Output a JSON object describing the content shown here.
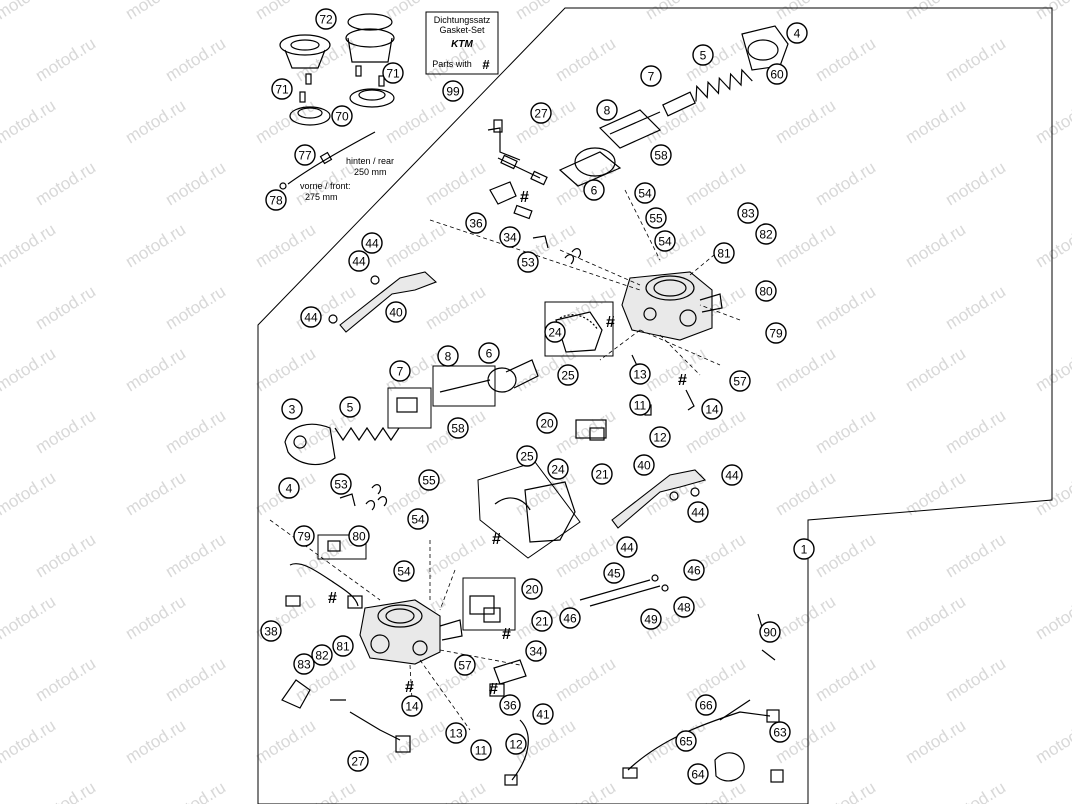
{
  "watermark": "motod.ru",
  "gasket_box": {
    "line1": "Dichtungssatz",
    "line2": "Gasket-Set",
    "logo": "KTM",
    "line3": "Parts with",
    "symbol": "#",
    "callout": "99"
  },
  "hose_notes": {
    "rear_label": "hinten / rear",
    "rear_length": "250 mm",
    "front_label": "vorne / front:",
    "front_length": "275 mm"
  },
  "gasket_symbol": "#",
  "callouts": [
    "72",
    "71",
    "71",
    "70",
    "77",
    "78",
    "99",
    "27",
    "8",
    "7",
    "5",
    "4",
    "60",
    "6",
    "58",
    "36",
    "34",
    "53",
    "54",
    "55",
    "54",
    "83",
    "82",
    "81",
    "44",
    "44",
    "44",
    "40",
    "80",
    "79",
    "24",
    "25",
    "7",
    "8",
    "6",
    "13",
    "57",
    "11",
    "12",
    "14",
    "3",
    "5",
    "58",
    "4",
    "20",
    "21",
    "53",
    "55",
    "25",
    "24",
    "40",
    "44",
    "44",
    "44",
    "54",
    "79",
    "80",
    "1",
    "45",
    "46",
    "46",
    "48",
    "49",
    "54",
    "38",
    "83",
    "82",
    "81",
    "20",
    "21",
    "57",
    "34",
    "90",
    "14",
    "36",
    "41",
    "13",
    "11",
    "12",
    "27",
    "66",
    "63",
    "65",
    "64"
  ]
}
